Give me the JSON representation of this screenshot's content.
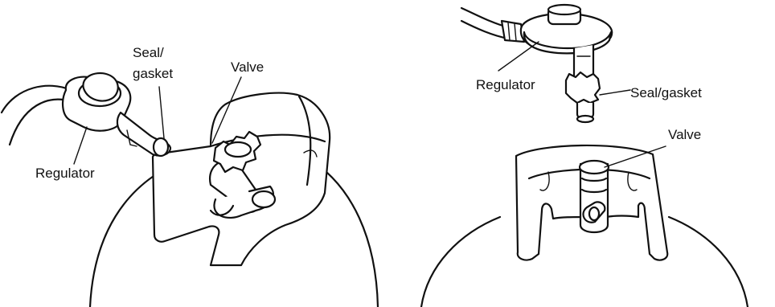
{
  "left_diagram": {
    "labels": {
      "seal_line1": "Seal/",
      "seal_line2": "gasket",
      "valve": "Valve",
      "regulator": "Regulator"
    }
  },
  "right_diagram": {
    "labels": {
      "regulator": "Regulator",
      "seal": "Seal/gasket",
      "valve": "Valve"
    }
  }
}
